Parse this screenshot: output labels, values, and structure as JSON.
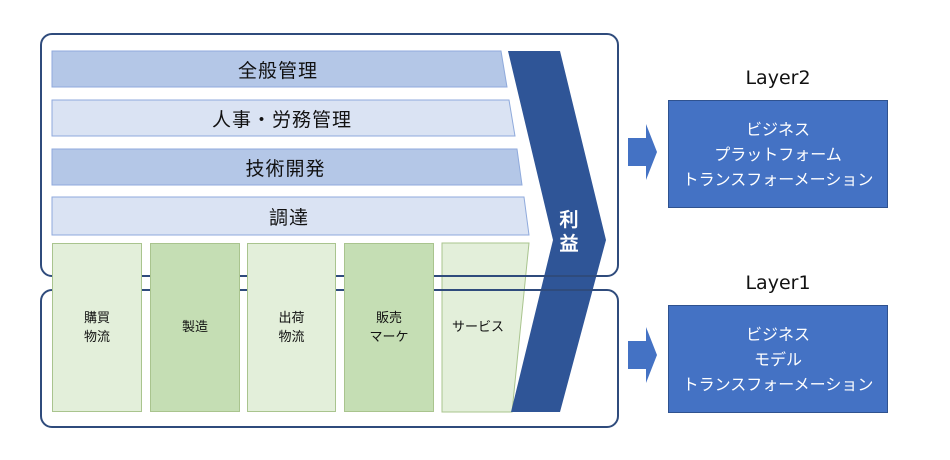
{
  "support_activities": [
    "全般管理",
    "人事・労務管理",
    "技術開発",
    "調達"
  ],
  "primary_activities": [
    "購買\n物流",
    "製造",
    "出荷\n物流",
    "販売\nマーケ",
    "サービス"
  ],
  "margin": {
    "line1": "利",
    "line2": "益"
  },
  "layers": [
    {
      "label": "Layer2",
      "text": "ビジネス\nプラットフォーム\nトランスフォーメーション"
    },
    {
      "label": "Layer1",
      "text": "ビジネス\nモデル\nトランスフォーメーション"
    }
  ],
  "colors": {
    "frame": "#2f4b7c",
    "support_dark": "#b4c7e7",
    "support_light": "#dae3f3",
    "primary_light": "#e3efda",
    "primary_dark": "#c5deb4",
    "margin_arrow": "#2f5597",
    "layer_box": "#4472c4",
    "side_arrow": "#4472c4"
  }
}
